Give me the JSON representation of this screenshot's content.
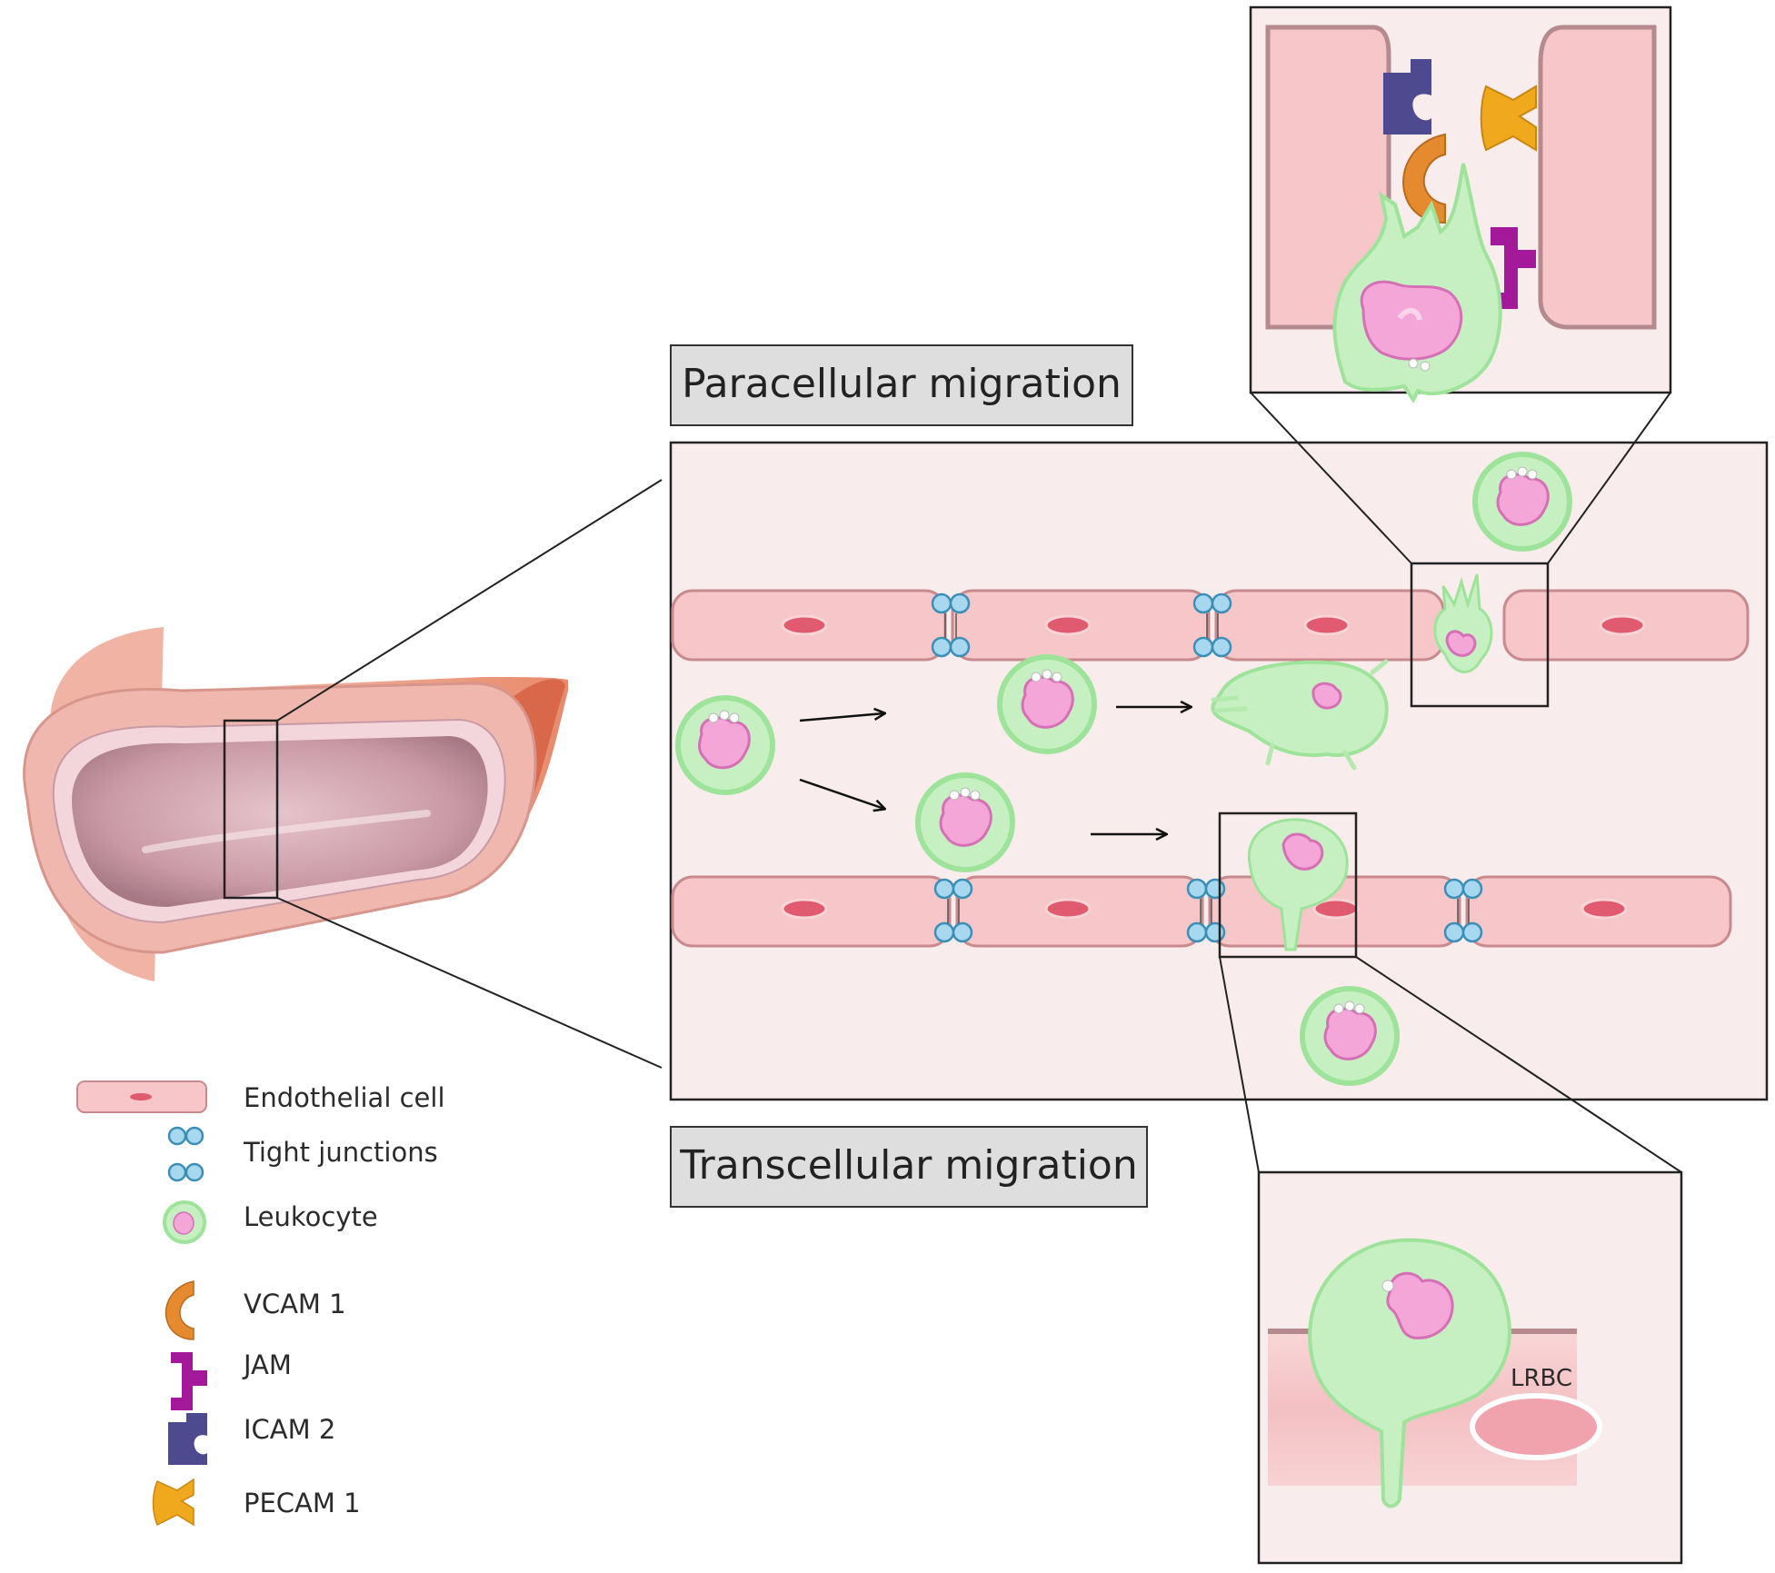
{
  "title_paracellular": "Paracellular migration",
  "title_transcellular": "Transcellular migration",
  "lrbc_label": "LRBC",
  "legend": [
    {
      "key": "endothelial",
      "label": "Endothelial cell"
    },
    {
      "key": "tight",
      "label": "Tight junctions"
    },
    {
      "key": "leukocyte",
      "label": "Leukocyte"
    },
    {
      "key": "vcam",
      "label": "VCAM  1",
      "color": "#e58a2e"
    },
    {
      "key": "jam",
      "label": "JAM",
      "color": "#a3199a"
    },
    {
      "key": "icam",
      "label": "ICAM 2",
      "color": "#4e4a8f"
    },
    {
      "key": "pecam",
      "label": "PECAM  1",
      "color": "#f0a81c"
    }
  ],
  "colors": {
    "endothelial": "#f6c6c8",
    "leukocyte": "#c7f0c2",
    "tight_junction": "#a8d8ef",
    "panel_background": "#f8ecec"
  }
}
